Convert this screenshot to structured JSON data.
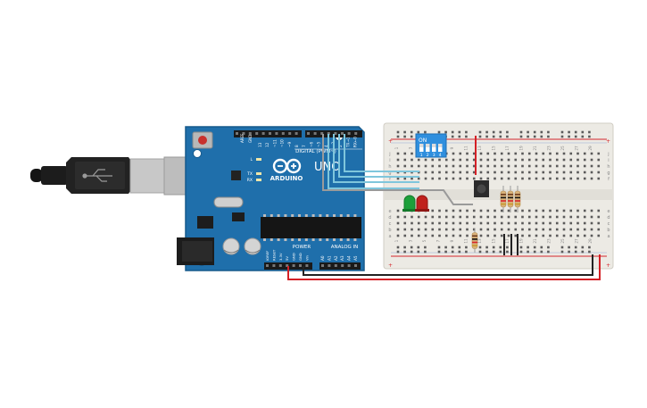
{
  "board": {
    "label_digital": "DIGITAL (PWM~)",
    "label_brand": "ARDUINO",
    "label_model": "UNO",
    "label_power": "POWER",
    "label_analog": "ANALOG IN",
    "label_l": "L",
    "label_tx": "TX",
    "label_rx": "RX",
    "label_aref": "AREF",
    "label_gnd": "GND",
    "digital_pins": [
      "13",
      "12",
      "~11",
      "~10",
      "~9",
      "8",
      "7",
      "~6",
      "~5",
      "4",
      "~3",
      "2",
      "TX→1",
      "RX←0"
    ],
    "power_pins": [
      "IOREF",
      "RESET",
      "3.3V",
      "5V",
      "GND",
      "GND",
      "Vin"
    ],
    "analog_pins": [
      "A0",
      "A1",
      "A2",
      "A3",
      "A4",
      "A5"
    ]
  },
  "dip_switch": {
    "label_on": "ON",
    "numbers": [
      "1",
      "2",
      "3",
      "4"
    ]
  },
  "breadboard": {
    "row_letters_top": [
      "j",
      "i",
      "h",
      "g",
      "f"
    ],
    "row_letters_bottom": [
      "e",
      "d",
      "c",
      "b",
      "a"
    ],
    "column_numbers": [
      "1",
      "3",
      "5",
      "7",
      "9",
      "11",
      "13",
      "15",
      "17",
      "19",
      "21",
      "23",
      "25",
      "27",
      "29"
    ],
    "rail_plus": "+",
    "rail_minus": "−"
  },
  "colors": {
    "board": "#1f6fab",
    "board_edge": "#175a8c",
    "breadboard": "#eceae4",
    "rail_red": "#d4272b",
    "wire_blue": "#7fc6dc",
    "wire_black": "#222222",
    "wire_red": "#d42026",
    "led_green": "#1da03a",
    "led_red": "#c0211d",
    "dip": "#2f8fde"
  }
}
